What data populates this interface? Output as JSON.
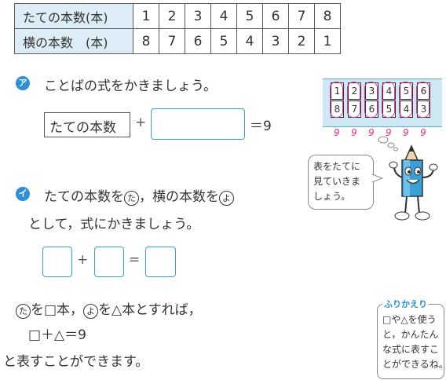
{
  "table": {
    "row1": {
      "header": "たての本数(本)",
      "values": [
        "1",
        "2",
        "3",
        "4",
        "5",
        "6",
        "7",
        "8"
      ]
    },
    "row2": {
      "header": "横の本数　(本)",
      "values": [
        "8",
        "7",
        "6",
        "5",
        "4",
        "3",
        "2",
        "1"
      ]
    }
  },
  "a": {
    "marker": "ア",
    "text": "ことばの式をかきましょう。",
    "box_label": "たての本数",
    "plus": "+",
    "equals_nine": "＝9"
  },
  "i": {
    "marker": "イ",
    "line1_before": "たての本数を",
    "ta": "た",
    "line1_mid": "，横の本数を",
    "yo": "よ",
    "line2": "として，式にかきましょう。",
    "plus": "+",
    "equals": "="
  },
  "explanation": {
    "ta": "た",
    "line1_a": "を□本，",
    "yo": "よ",
    "line1_b": "を△本とすれば，",
    "line2": "□＋△＝9",
    "line3": "と表すことができます。"
  },
  "mini_table": {
    "row1": [
      "1",
      "2",
      "3",
      "4",
      "5",
      "6"
    ],
    "row2": [
      "8",
      "7",
      "6",
      "5",
      "4",
      "3"
    ],
    "sums": [
      "9",
      "9",
      "9",
      "9",
      "9",
      "9"
    ]
  },
  "bubble": {
    "line1": "表をたてに",
    "line2": "見ていきま",
    "line3": "しょう。"
  },
  "furikaeri": {
    "title": "ふりかえり",
    "line1": "□や△を使う",
    "line2": "と，かんたん",
    "line3": "な式に表すこ",
    "line4": "とができるね。"
  },
  "colors": {
    "accent_blue": "#2d8fd5",
    "table_header_bg": "#dcedf8",
    "pink": "#e3318c",
    "mascot_blue": "#3aa0d8"
  }
}
